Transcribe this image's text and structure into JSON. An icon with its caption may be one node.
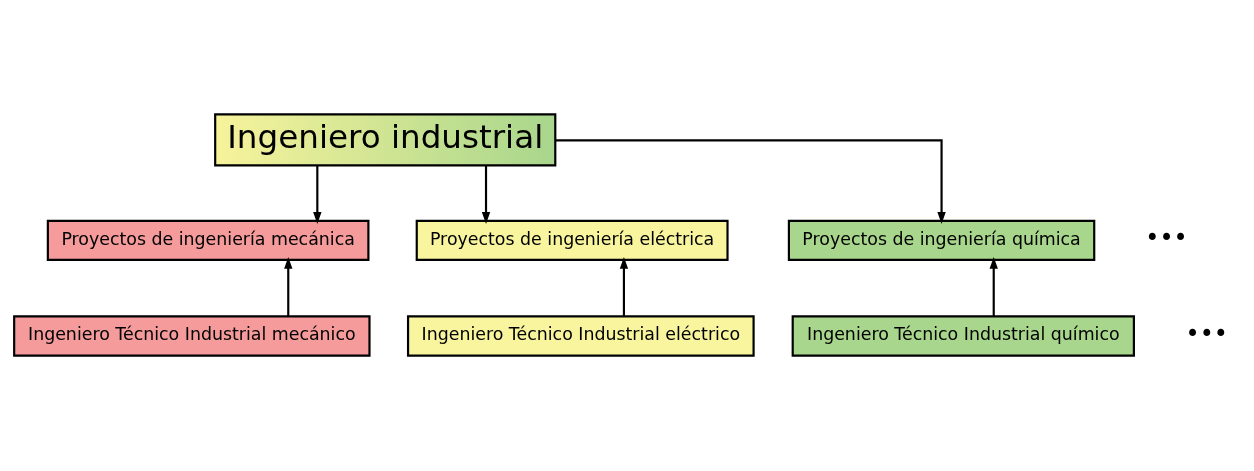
{
  "diagram": {
    "nodes": [
      {
        "text": [
          "Ingeniero industrial"
        ]
      },
      {
        "text": [
          "Proyectos de ingeniería mecánica"
        ]
      },
      {
        "text": [
          "Proyectos de ingeniería eléctrica"
        ]
      },
      {
        "text": [
          "Proyectos de ingeniería química"
        ]
      },
      {
        "text": [
          "Ingeniero Técnico Industrial mecánico"
        ]
      },
      {
        "text": [
          "Ingeniero Técnico Industrial eléctrico"
        ]
      },
      {
        "text": [
          "Ingeniero Técnico Industrial químico"
        ]
      }
    ],
    "edges": [
      {
        "from": 0,
        "to": 1,
        "arrow": "to"
      },
      {
        "from": 0,
        "to": 2,
        "arrow": "to"
      },
      {
        "from": 0,
        "to": 3,
        "arrow": "to"
      },
      {
        "from": 4,
        "to": 1,
        "arrow": "to"
      },
      {
        "from": 5,
        "to": 2,
        "arrow": "to"
      },
      {
        "from": 6,
        "to": 3,
        "arrow": "to"
      }
    ],
    "labels": [
      "•••",
      "•••"
    ]
  }
}
